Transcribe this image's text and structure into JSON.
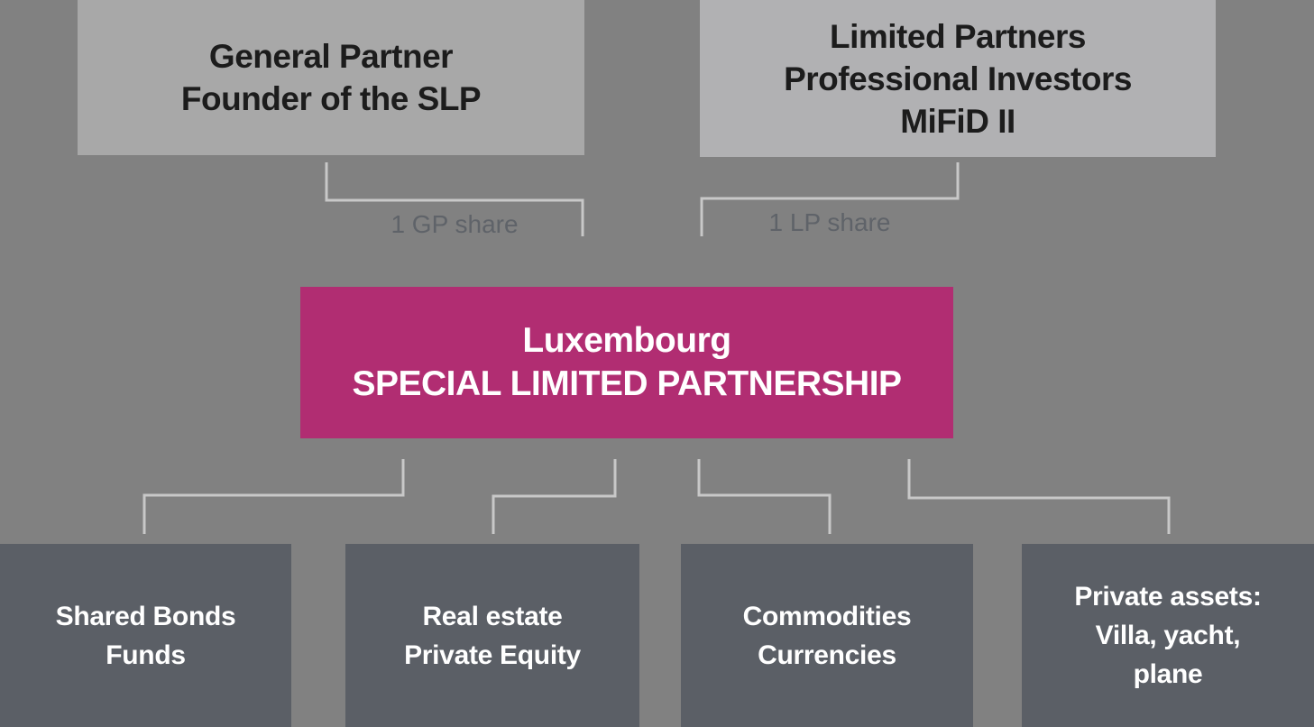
{
  "diagram": {
    "title_semantic": "Luxembourg Special Limited Partnership structure",
    "top_nodes": [
      {
        "id": "general-partner",
        "lines": [
          "General Partner",
          "Founder of the SLP"
        ]
      },
      {
        "id": "limited-partners",
        "lines": [
          "Limited Partners",
          "Professional Investors",
          "MiFiD II"
        ]
      }
    ],
    "share_labels": [
      {
        "id": "gp-share",
        "text": "1 GP share"
      },
      {
        "id": "lp-share",
        "text": "1 LP share"
      }
    ],
    "central_node": {
      "id": "slp",
      "lines": [
        "Luxembourg",
        "SPECIAL LIMITED PARTNERSHIP"
      ]
    },
    "asset_nodes": [
      {
        "id": "shared-bonds-funds",
        "lines": [
          "Shared Bonds",
          "Funds"
        ]
      },
      {
        "id": "real-estate-private-equity",
        "lines": [
          "Real estate",
          "Private Equity"
        ]
      },
      {
        "id": "commodities-currencies",
        "lines": [
          "Commodities",
          "Currencies"
        ]
      },
      {
        "id": "private-assets",
        "lines": [
          "Private assets:",
          "Villa, yacht,",
          "plane"
        ]
      }
    ],
    "colors": {
      "background": "#818181",
      "top_node_fill_left": "#a8a8a8",
      "top_node_fill_right": "#b1b1b3",
      "top_node_text": "#1c1c1c",
      "central_node_fill": "#b12d72",
      "asset_node_fill": "#5b5f66",
      "white_text": "#ffffff",
      "connector_line": "#c8c8c8",
      "share_label_text": "#5f6369"
    }
  }
}
